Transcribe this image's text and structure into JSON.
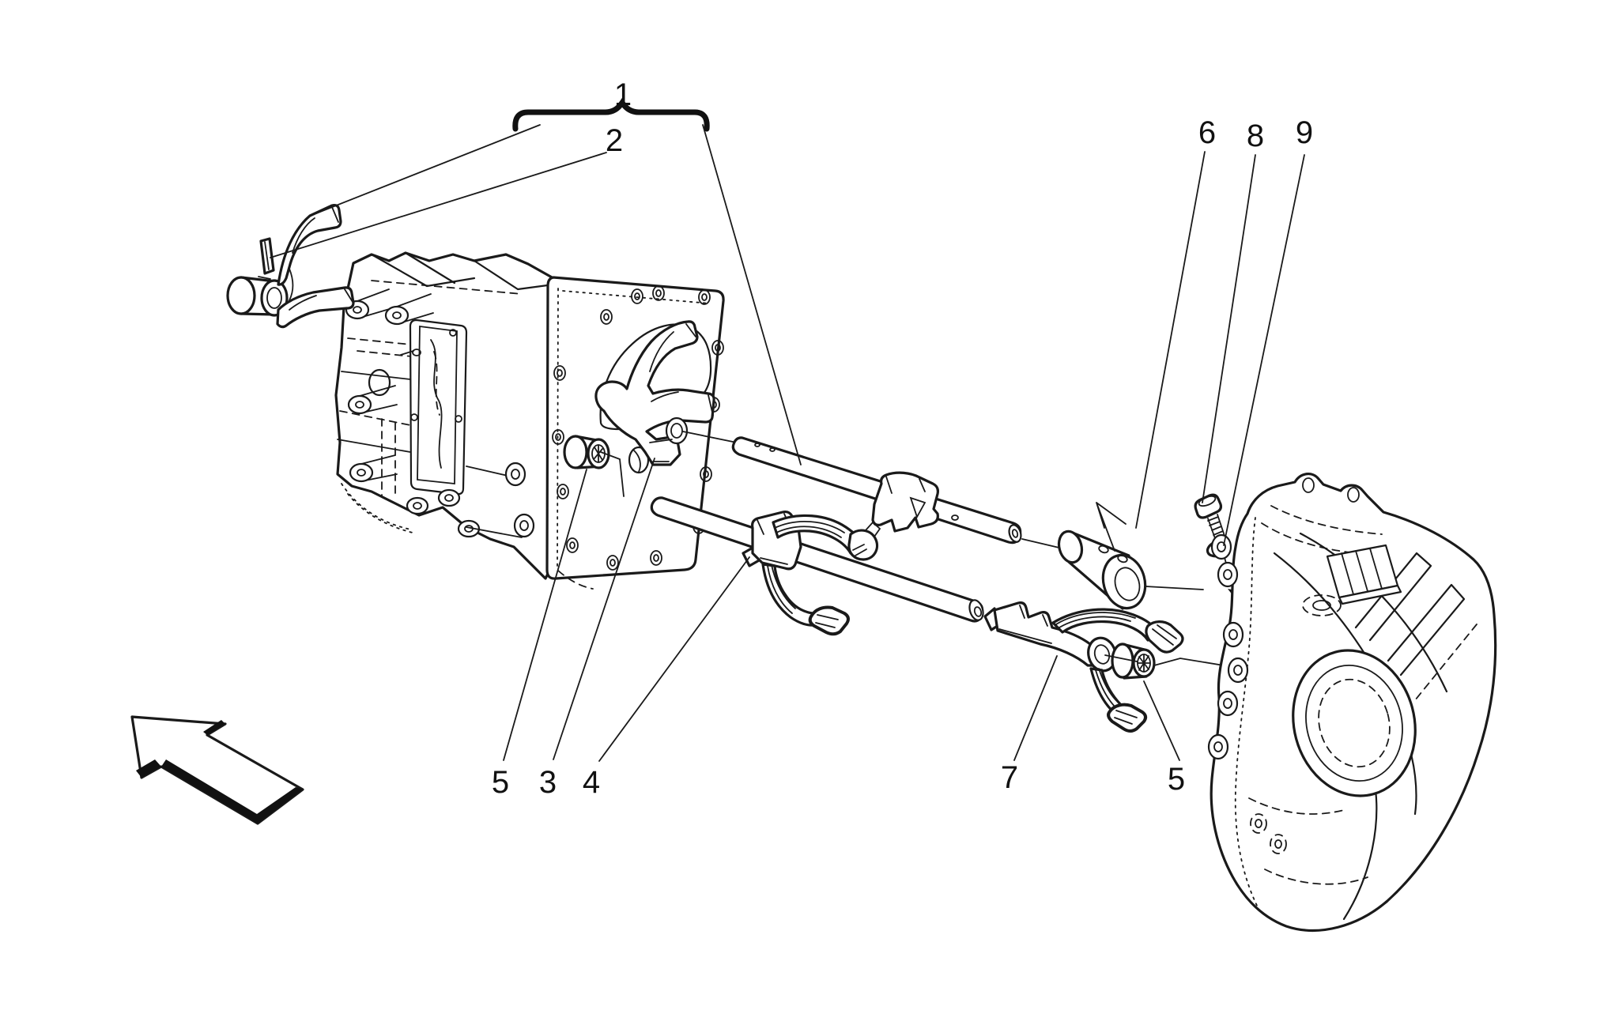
{
  "diagram": {
    "type": "exploded-parts-line-drawing",
    "background_color": "#ffffff",
    "line_color": "#1a1a1a",
    "callouts": [
      {
        "id": "1",
        "label": "1"
      },
      {
        "id": "2",
        "label": "2"
      },
      {
        "id": "3",
        "label": "3"
      },
      {
        "id": "4",
        "label": "4"
      },
      {
        "id": "5-left",
        "label": "5"
      },
      {
        "id": "5-right",
        "label": "5"
      },
      {
        "id": "6",
        "label": "6"
      },
      {
        "id": "7",
        "label": "7"
      },
      {
        "id": "8",
        "label": "8"
      },
      {
        "id": "9",
        "label": "9"
      }
    ]
  }
}
